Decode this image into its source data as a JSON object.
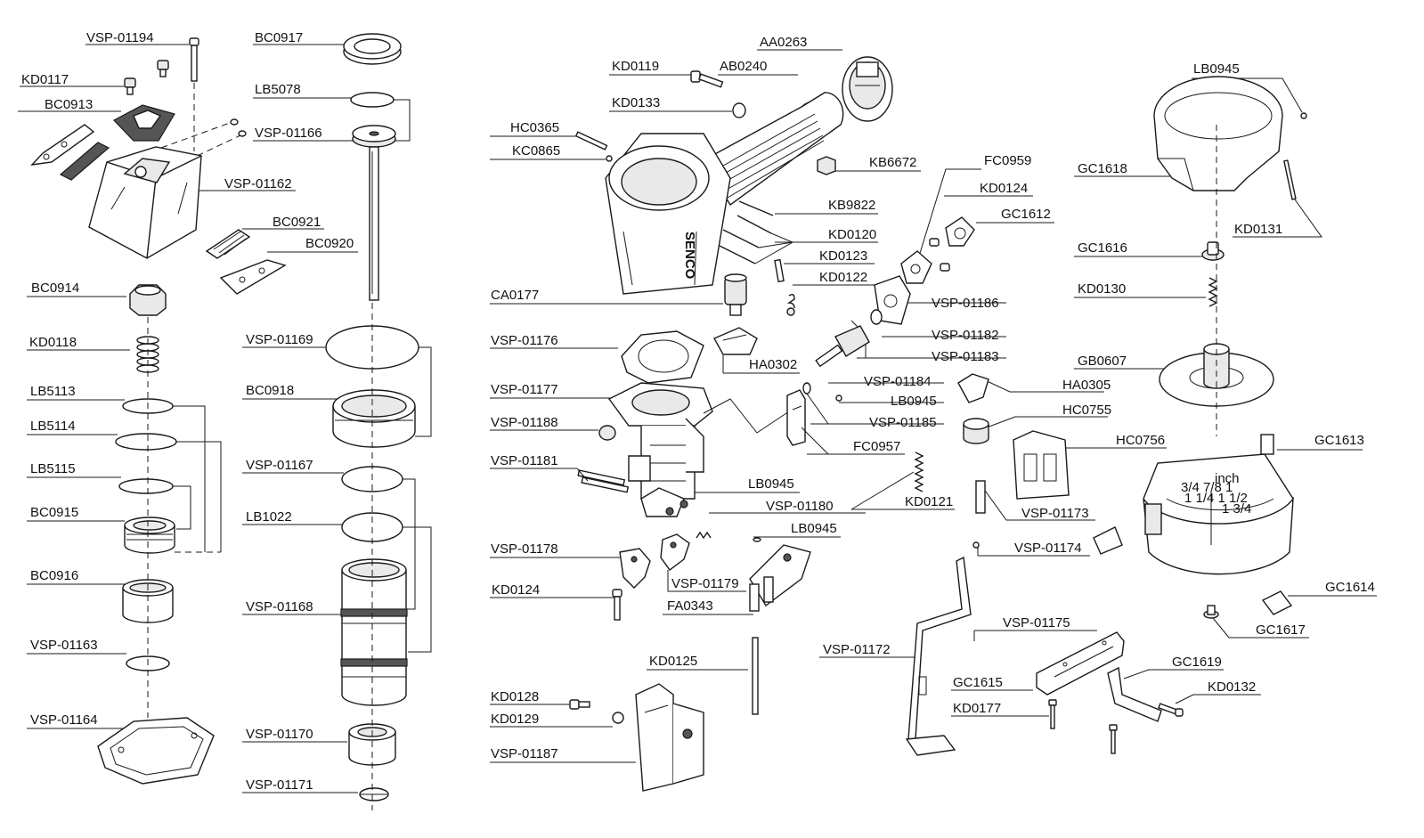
{
  "labels": {
    "vsp_01194": "VSP-01194",
    "kd0117": "KD0117",
    "bc0913": "BC0913",
    "vsp_01162": "VSP-01162",
    "bc0917": "BC0917",
    "lb5078": "LB5078",
    "vsp_01166": "VSP-01166",
    "bc0921": "BC0921",
    "bc0920": "BC0920",
    "bc0914": "BC0914",
    "kd0118": "KD0118",
    "lb5113": "LB5113",
    "lb5114": "LB5114",
    "lb5115": "LB5115",
    "bc0915": "BC0915",
    "bc0916": "BC0916",
    "vsp_01163": "VSP-01163",
    "vsp_01164": "VSP-01164",
    "vsp_01169": "VSP-01169",
    "bc0918": "BC0918",
    "vsp_01167": "VSP-01167",
    "lb1022": "LB1022",
    "vsp_01168": "VSP-01168",
    "vsp_01170": "VSP-01170",
    "vsp_01171": "VSP-01171",
    "aa0263": "AA0263",
    "kd0119": "KD0119",
    "ab0240": "AB0240",
    "kd0133": "KD0133",
    "hc0365": "HC0365",
    "kc0865": "KC0865",
    "kb6672": "KB6672",
    "fc0959": "FC0959",
    "kd0124_top": "KD0124",
    "gc1612": "GC1612",
    "kb9822": "KB9822",
    "kd0120": "KD0120",
    "kd0123": "KD0123",
    "kd0122": "KD0122",
    "ca0177": "CA0177",
    "vsp_01186": "VSP-01186",
    "vsp_01176": "VSP-01176",
    "vsp_01182": "VSP-01182",
    "vsp_01183": "VSP-01183",
    "ha0302": "HA0302",
    "vsp_01184": "VSP-01184",
    "vsp_01177": "VSP-01177",
    "lb0945_mid": "LB0945",
    "vsp_01185": "VSP-01185",
    "vsp_01188": "VSP-01188",
    "fc0957": "FC0957",
    "vsp_01181": "VSP-01181",
    "lb0945_low": "LB0945",
    "vsp_01180": "VSP-01180",
    "kd0121": "KD0121",
    "lb0945_fa": "LB0945",
    "vsp_01178": "VSP-01178",
    "vsp_01179": "VSP-01179",
    "kd0124_low": "KD0124",
    "fa0343": "FA0343",
    "kd0125": "KD0125",
    "kd0128": "KD0128",
    "kd0129": "KD0129",
    "vsp_01187": "VSP-01187",
    "ha0305": "HA0305",
    "hc0755": "HC0755",
    "hc0756": "HC0756",
    "vsp_01173": "VSP-01173",
    "vsp_01174": "VSP-01174",
    "vsp_01175": "VSP-01175",
    "vsp_01172": "VSP-01172",
    "gc1615": "GC1615",
    "kd0177": "KD0177",
    "lb0945_top": "LB0945",
    "gc1618": "GC1618",
    "kd0131": "KD0131",
    "gc1616": "GC1616",
    "kd0130": "KD0130",
    "gb0607": "GB0607",
    "gc1613": "GC1613",
    "gc1614": "GC1614",
    "gc1617": "GC1617",
    "gc1619": "GC1619",
    "kd0132": "KD0132"
  },
  "markings": {
    "brand": "SENCO",
    "inch": "inch",
    "scale1": "3/4  7/8  1",
    "scale2": "1 1/4  1 1/2",
    "scale3": "1 3/4"
  }
}
